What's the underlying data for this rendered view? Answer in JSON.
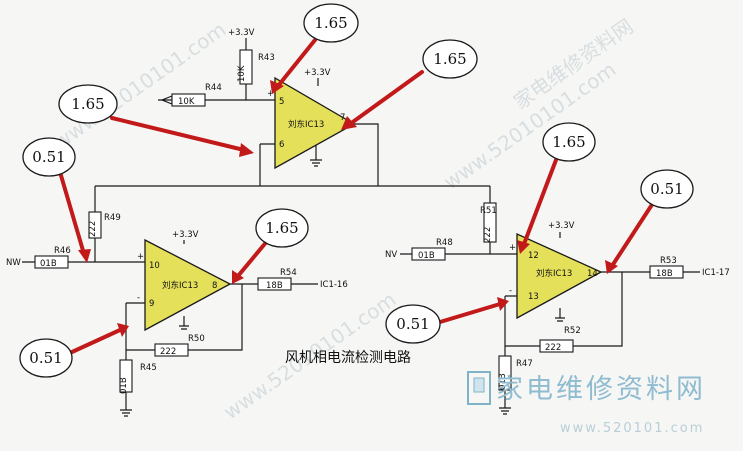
{
  "supply": "+3.3V",
  "chip": "刘东IC13",
  "caption": "风机相电流检测电路",
  "bubbles": [
    "1.65",
    "1.65",
    "1.65",
    "0.51",
    "1.65",
    "0.51",
    "1.65",
    "0.51",
    "0.51"
  ],
  "resistors": {
    "r43": {
      "name": "R43",
      "value": "10K"
    },
    "r44": {
      "name": "R44",
      "value": "10K"
    },
    "r49": {
      "name": "R49",
      "value": "222"
    },
    "r46": {
      "name": "R46",
      "value": "01B"
    },
    "r54": {
      "name": "R54",
      "value": "18B"
    },
    "r50": {
      "name": "R50",
      "value": "222"
    },
    "r45": {
      "name": "R45",
      "value": "01B"
    },
    "r51": {
      "name": "R51",
      "value": "222"
    },
    "r48": {
      "name": "R48",
      "value": "01B"
    },
    "r53": {
      "name": "R53",
      "value": "18B"
    },
    "r52": {
      "name": "R52",
      "value": "222"
    },
    "r47": {
      "name": "R47",
      "value": "01B"
    }
  },
  "pins": {
    "top": {
      "plus": "+",
      "in_p": "5",
      "in_n": "6",
      "out": "7"
    },
    "left": {
      "plus": "+",
      "minus": "-",
      "in_p": "10",
      "in_n": "9",
      "out": "8"
    },
    "right": {
      "plus": "+",
      "minus": "-",
      "in_p": "12",
      "in_n": "13",
      "out": "14"
    }
  },
  "nets": {
    "nw": "NW",
    "nv": "NV",
    "out_left": "IC1-16",
    "out_right": "IC1-17"
  },
  "watermarks": {
    "url": "www.52010101.com",
    "site": "家电维修资料网",
    "footer_cn": "家电维修资料网",
    "footer_url": "www.520101.com"
  }
}
